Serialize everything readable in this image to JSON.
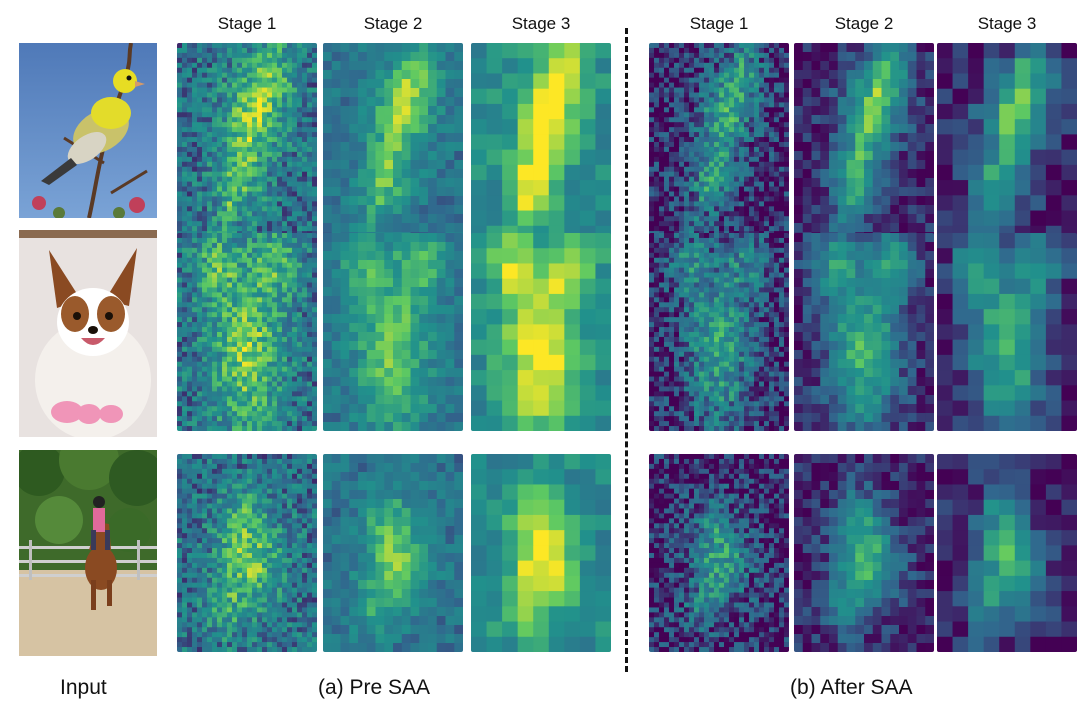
{
  "headers": {
    "pre": [
      "Stage 1",
      "Stage 2",
      "Stage 3"
    ],
    "after": [
      "Stage 1",
      "Stage 2",
      "Stage 3"
    ]
  },
  "captions": {
    "input": "Input",
    "pre": "(a) Pre SAA",
    "after": "(b) After SAA"
  },
  "inputs": [
    "bird",
    "dog",
    "horse-rider"
  ],
  "colormap": [
    "#440154",
    "#31688e",
    "#21918c",
    "#5ec962",
    "#fde725"
  ]
}
